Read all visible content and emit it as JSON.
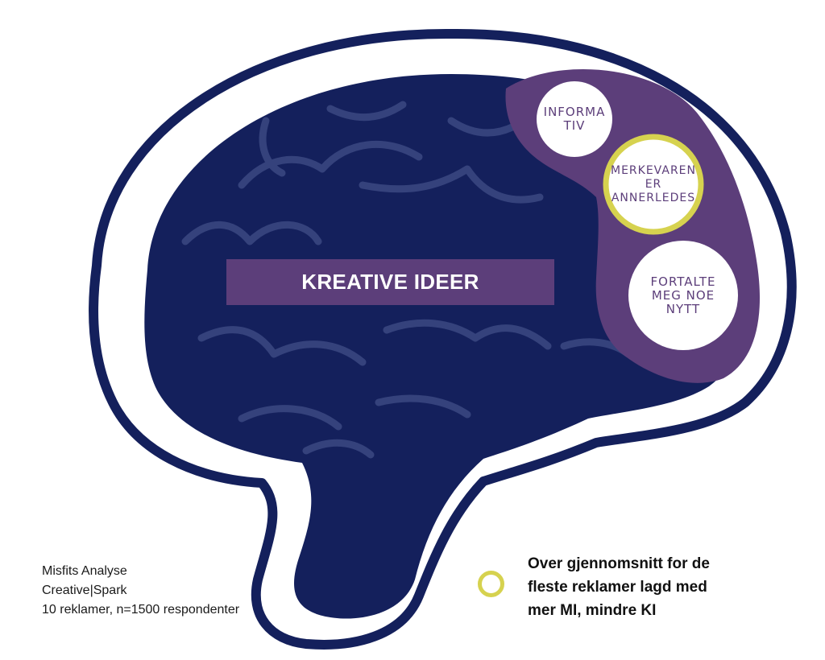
{
  "diagram": {
    "banner": "KREATIVE IDEER",
    "circles": [
      {
        "id": "informativ",
        "label": "INFORMA\nTIV",
        "highlighted": false
      },
      {
        "id": "merkevaren",
        "label": "MERKEVAREN\nER\nANNERLEDES",
        "highlighted": true
      },
      {
        "id": "nytt",
        "label": "FORTALTE\nMEG NOE\nNYTT",
        "highlighted": false
      }
    ]
  },
  "source": {
    "line1": "Misfits Analyse",
    "line2": "Creative|Spark",
    "line3": "10 reklamer, n=1500 respondenter"
  },
  "legend": {
    "text": "Over gjennomsnitt for de fleste reklamer lagd med mer MI, mindre KI"
  },
  "colors": {
    "brain": "#14205c",
    "outline": "#14205c",
    "region": "#5c3e7a",
    "highlight": "#d6d24f",
    "sulci": "#35427c"
  }
}
